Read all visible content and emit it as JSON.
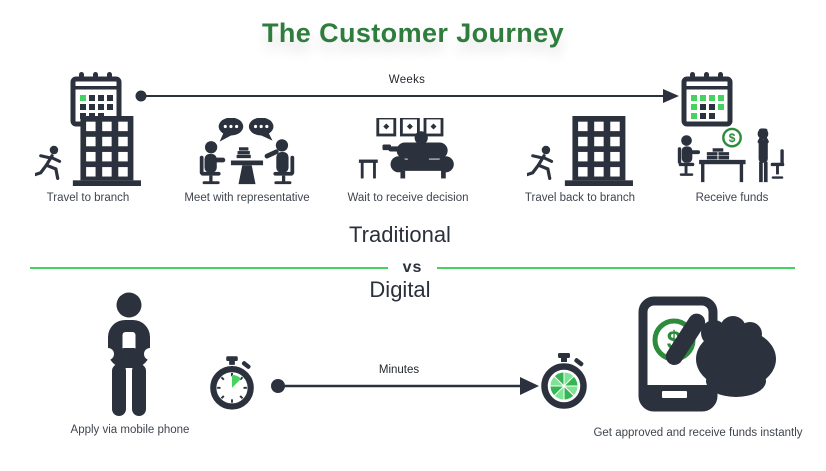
{
  "title": "The Customer Journey",
  "colors": {
    "title_green": "#2e7d3d",
    "icon_dark": "#2c323d",
    "bright_green": "#47d160",
    "money_green": "#2c8c3c",
    "label_gray": "#3f454e"
  },
  "traditional": {
    "timeline_label": "Weeks",
    "start_icon": "calendar-start-icon",
    "end_icon": "calendar-end-icon",
    "steps": [
      {
        "icon": "travel-branch-icon",
        "label": "Travel to branch"
      },
      {
        "icon": "meeting-icon",
        "label": "Meet with representative"
      },
      {
        "icon": "wait-decision-icon",
        "label": "Wait to receive decision"
      },
      {
        "icon": "travel-back-icon",
        "label": "Travel back to branch"
      },
      {
        "icon": "receive-funds-icon",
        "label": "Receive funds"
      }
    ]
  },
  "divider": {
    "top": "Traditional",
    "middle": "vs",
    "bottom": "Digital"
  },
  "digital": {
    "timeline_label": "Minutes",
    "steps": [
      {
        "icon": "apply-mobile-icon",
        "label": "Apply via mobile phone"
      },
      {
        "icon": "approved-phone-icon",
        "label": "Get approved and receive funds instantly"
      }
    ],
    "dollar_symbol": "$"
  }
}
